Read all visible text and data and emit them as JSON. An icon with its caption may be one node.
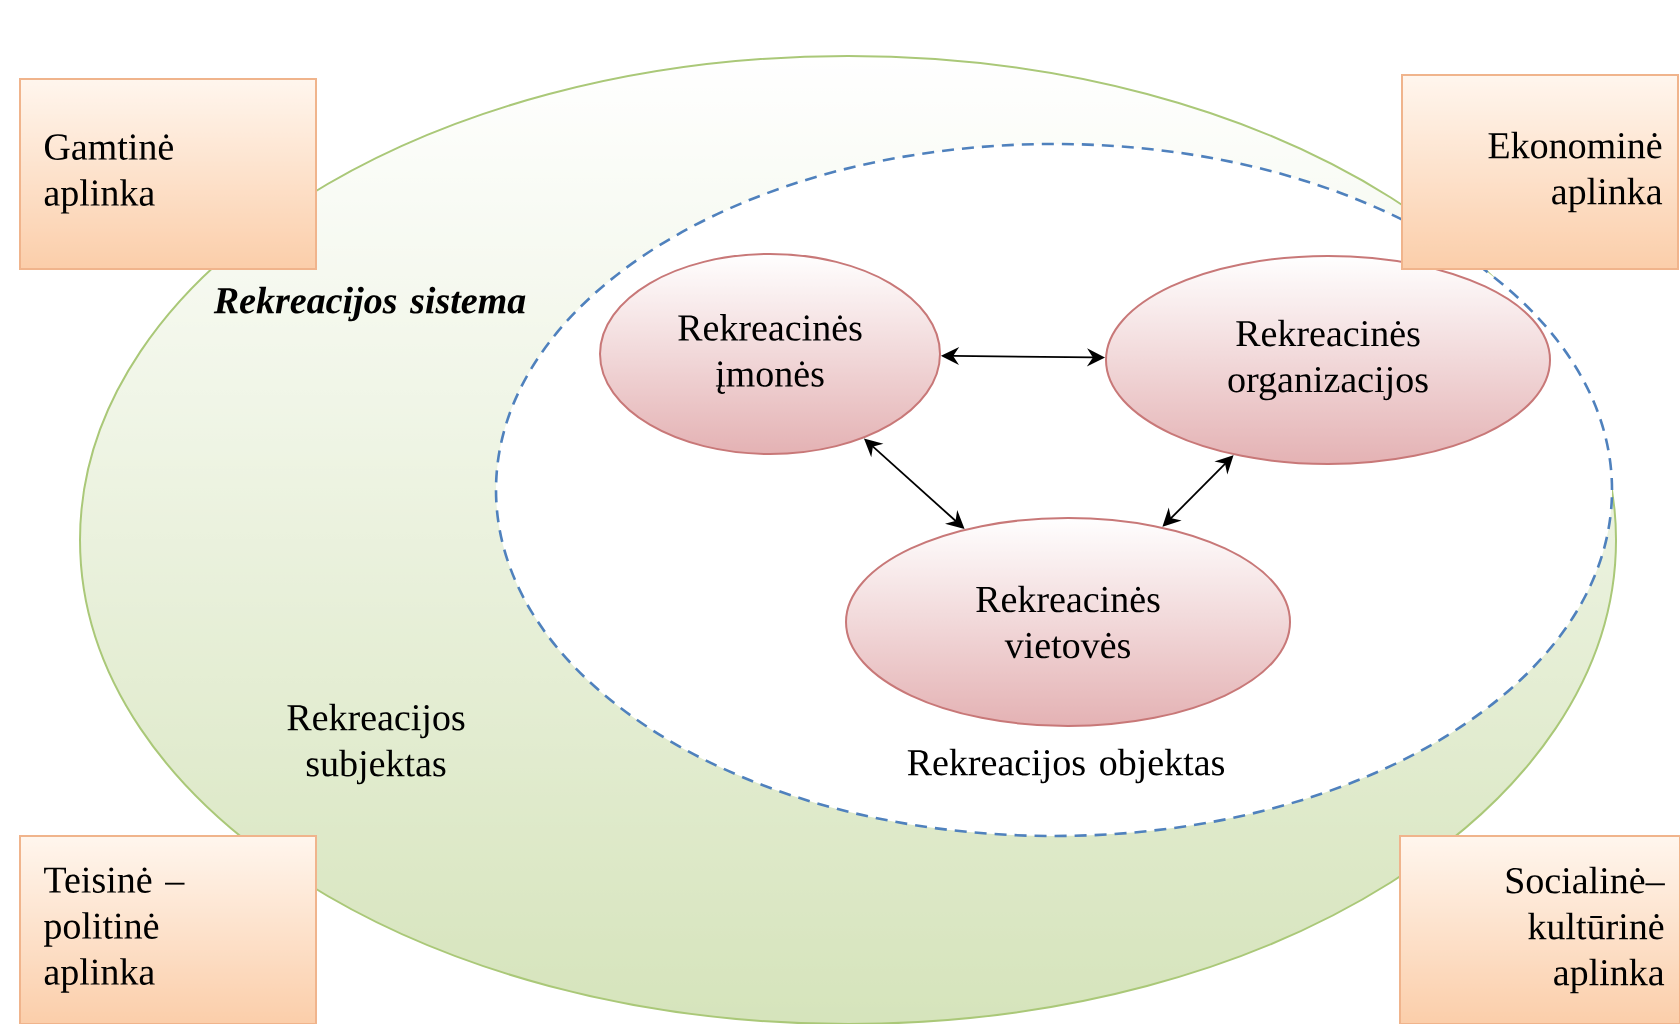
{
  "diagram": {
    "nodes": [
      {
        "text": [
          "Gamtinė aplinka"
        ]
      },
      {
        "text": [
          "Ekonominė aplinka"
        ]
      },
      {
        "text": [
          "Rekreacijos sistema",
          "Rekreacijos subjektas"
        ]
      },
      {
        "text": [
          "Rekreacijos objektas"
        ],
        "in": 2
      },
      {
        "text": [
          "Rekreacinės įmonės"
        ],
        "in": 3
      },
      {
        "text": [
          "Rekreacinės organizacijos"
        ],
        "in": 3
      },
      {
        "text": [
          "Rekreacinės vietovės"
        ],
        "in": 3
      },
      {
        "text": [
          "Teisinė – politinė aplinka"
        ]
      },
      {
        "text": [
          "Socialinė– kultūrinė aplinka"
        ]
      }
    ],
    "edges": [
      {
        "from": 4,
        "to": 5,
        "arrow": "both"
      },
      {
        "from": 4,
        "to": 6,
        "arrow": "both"
      },
      {
        "from": 5,
        "to": 6,
        "arrow": "both"
      }
    ]
  }
}
